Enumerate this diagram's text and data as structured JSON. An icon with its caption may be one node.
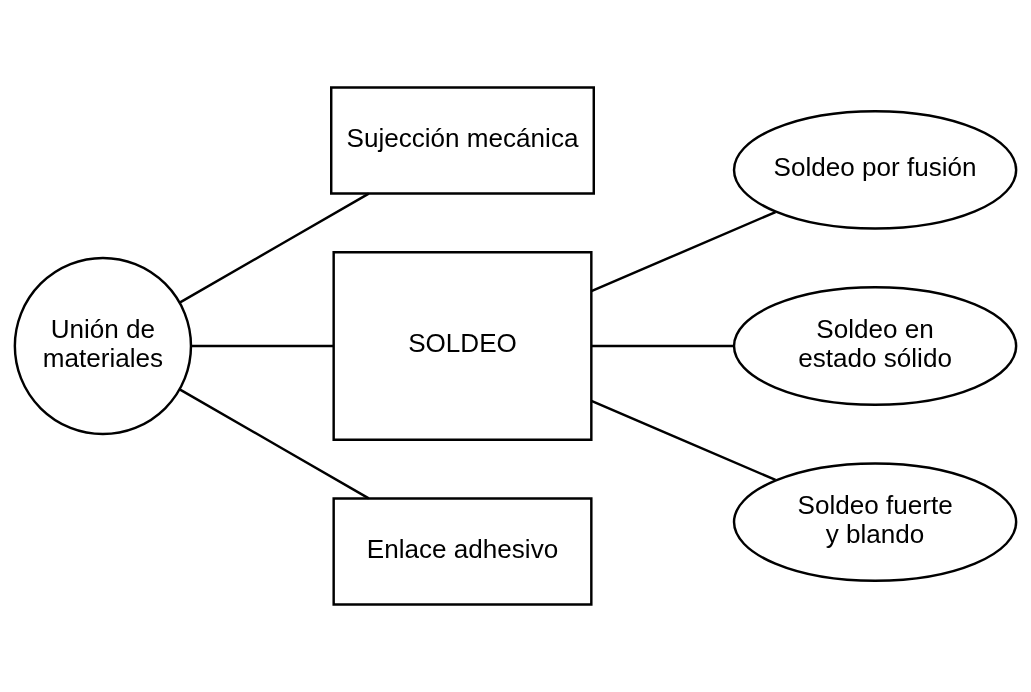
{
  "diagram": {
    "nodes": [
      {
        "text": [
          "Unión de materiales"
        ]
      },
      {
        "text": [
          "Sujección mecánica"
        ]
      },
      {
        "text": [
          "SOLDEO"
        ]
      },
      {
        "text": [
          "Enlace adhesivo"
        ]
      },
      {
        "text": [
          "Soldeo por fusión"
        ]
      },
      {
        "text": [
          "Soldeo en estado sólido"
        ]
      },
      {
        "text": [
          "Soldeo fuerte y blando"
        ]
      }
    ],
    "edges": [
      {
        "from": 0,
        "to": 1,
        "arrow": "none"
      },
      {
        "from": 0,
        "to": 2,
        "arrow": "none"
      },
      {
        "from": 0,
        "to": 3,
        "arrow": "none"
      },
      {
        "from": 2,
        "to": 4,
        "arrow": "none"
      },
      {
        "from": 2,
        "to": 5,
        "arrow": "none"
      },
      {
        "from": 2,
        "to": 6,
        "arrow": "none"
      }
    ]
  }
}
